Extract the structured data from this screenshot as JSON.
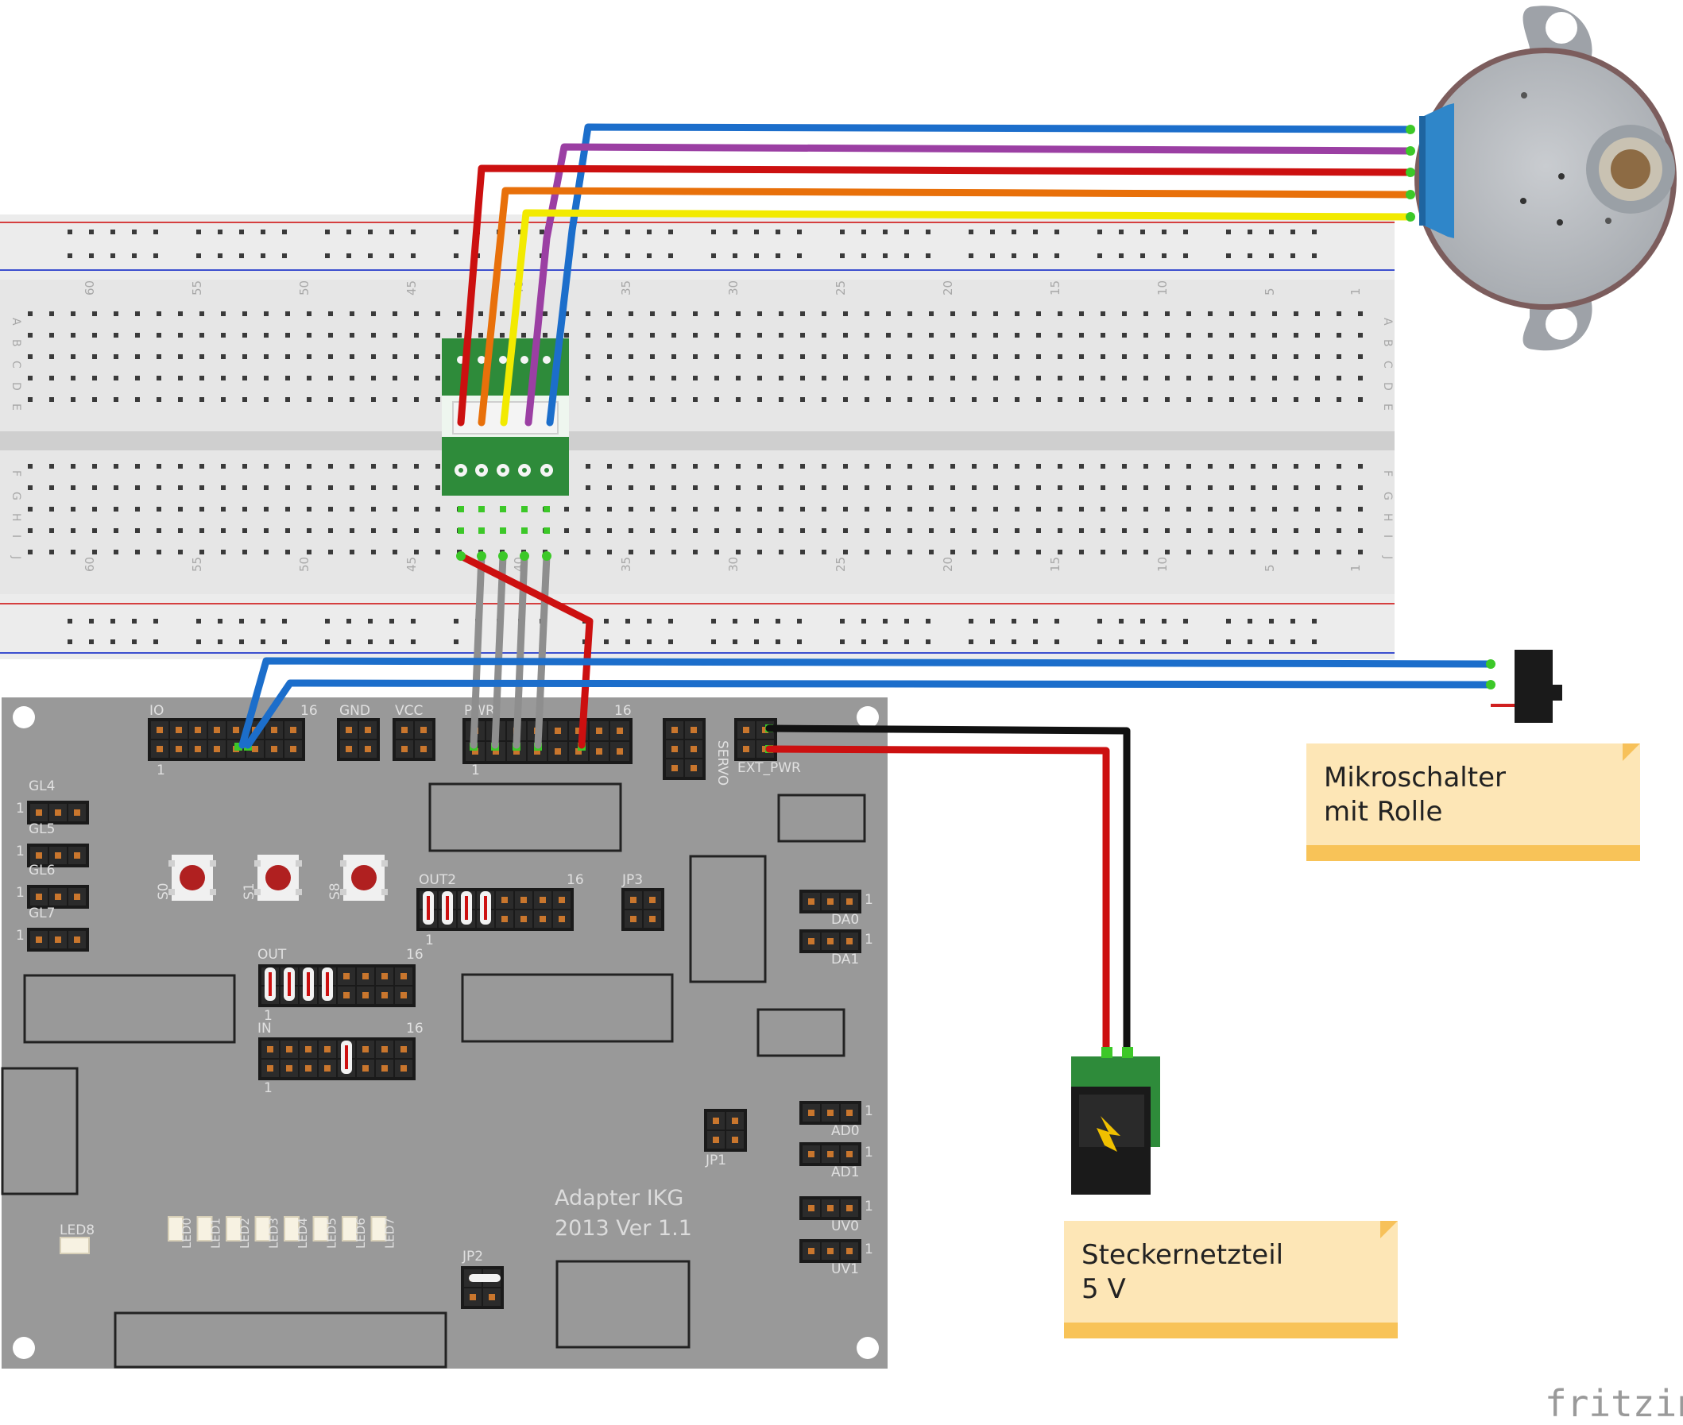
{
  "board": {
    "title_line1": "Adapter IKG",
    "title_line2": "2013 Ver 1.1",
    "header_labels": {
      "io": "IO",
      "gnd": "GND",
      "vcc": "VCC",
      "pwr": "PWR",
      "sixteen": "16",
      "one": "1",
      "servo": "SERVO",
      "ext_pwr": "EXT_PWR",
      "out2": "OUT2",
      "out": "OUT",
      "in": "IN",
      "jp3": "JP3",
      "jp1": "JP1",
      "jp2": "JP2"
    },
    "gl_labels": [
      "GL4",
      "GL5",
      "GL6",
      "GL7"
    ],
    "right_labels": [
      "DA0",
      "DA1",
      "AD0",
      "AD1",
      "UV0",
      "UV1"
    ],
    "button_labels": [
      "S0",
      "S1",
      "S8"
    ],
    "led8_label": "LED8",
    "led_labels": [
      "LED0",
      "LED1",
      "LED2",
      "LED3",
      "LED4",
      "LED5",
      "LED6",
      "LED7"
    ]
  },
  "breadboard": {
    "column_numbers": [
      "60",
      "55",
      "50",
      "45",
      "40",
      "35",
      "30",
      "25",
      "20",
      "15",
      "10",
      "5",
      "1"
    ],
    "rows_top": [
      "A",
      "B",
      "C",
      "D",
      "E"
    ],
    "rows_bottom": [
      "F",
      "G",
      "H",
      "I",
      "J"
    ]
  },
  "notes": {
    "switch_note": "Mikroschalter\nmit Rolle",
    "power_note": "Steckernetzteil\n5 V"
  },
  "wire_colors": {
    "blue": "#1c6ecb",
    "purple": "#9b3fa3",
    "red": "#cc1010",
    "orange": "#e8700a",
    "yellow": "#f2ea00",
    "gray": "#8e8e8e",
    "black": "#111111"
  },
  "watermark": "fritzing"
}
